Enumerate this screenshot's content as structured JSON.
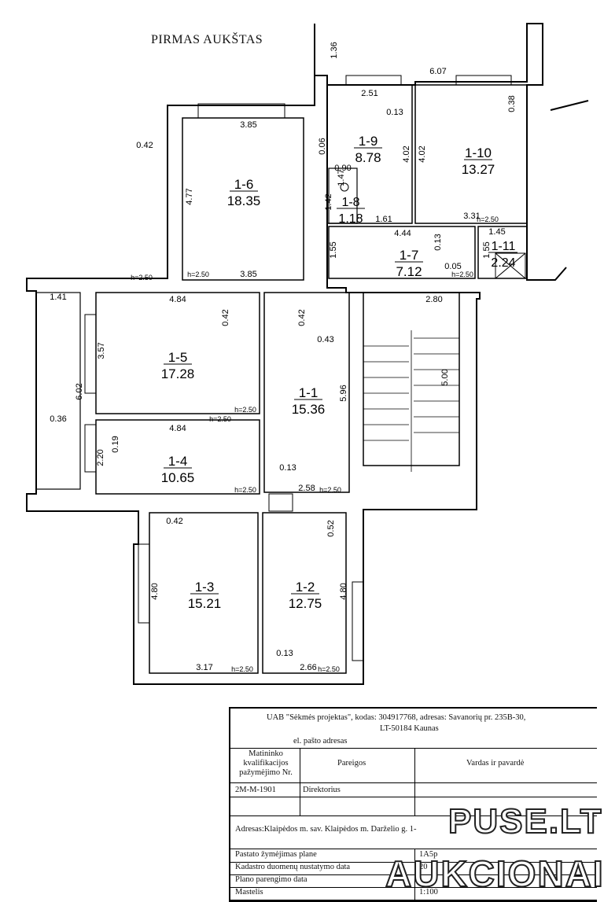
{
  "plan": {
    "title": "PIRMAS AUKŠTAS",
    "rooms": [
      {
        "id": "1-6",
        "area": "18.35"
      },
      {
        "id": "1-9",
        "area": "8.78"
      },
      {
        "id": "1-10",
        "area": "13.27"
      },
      {
        "id": "1-8",
        "area": "1.18"
      },
      {
        "id": "1-7",
        "area": "7.12"
      },
      {
        "id": "1-11",
        "area": "2.24"
      },
      {
        "id": "1-5",
        "area": "17.28"
      },
      {
        "id": "1-1",
        "area": "15.36"
      },
      {
        "id": "1-4",
        "area": "10.65"
      },
      {
        "id": "1-3",
        "area": "15.21"
      },
      {
        "id": "1-2",
        "area": "12.75"
      }
    ],
    "dimensions": [
      "1.36",
      "6.07",
      "2.51",
      "0.13",
      "0.38",
      "3.85",
      "0.42",
      "0.06",
      "4.02",
      "4.02",
      "0.90",
      "4.77",
      "1.42",
      "1.47",
      "1.61",
      "3.31",
      "4.44",
      "1.45",
      "1.55",
      "0.13",
      "1.55",
      "0.05",
      "3.85",
      "2.80",
      "1.41",
      "4.84",
      "0.42",
      "0.42",
      "0.43",
      "3.57",
      "5.00",
      "5.96",
      "6.02",
      "0.36",
      "4.84",
      "0.19",
      "2.20",
      "0.13",
      "2.58",
      "0.42",
      "0.52",
      "4.80",
      "4.80",
      "0.13",
      "3.17",
      "2.66"
    ],
    "heights": [
      "h=2.50",
      "h=2.50",
      "h=2.50",
      "h=2.50",
      "h=2.50",
      "h=2.50",
      "h=2.50",
      "h=2.50",
      "h=2.50",
      "h=2.50"
    ]
  },
  "title_block": {
    "company_line1": "UAB \"Sėkmės projektas\", kodas:  304917768, adresas: Savanorių pr. 235B-30,",
    "company_line2": "LT-50184 Kaunas",
    "email_label": "el. pašto adresas",
    "col1_header": "Matininko kvalifikacijos pažymėjimo Nr.",
    "col2_header": "Pareigos",
    "col3_header": "Vardas ir pavardė",
    "cert_no": "2M-M-1901",
    "position": "Direktorius",
    "address": "Adresas:Klaipėdos m. sav. Klaipėdos m. Darželio g. 1-",
    "rows": [
      {
        "label": "Pastato žymėjimas plane",
        "value": "1A5p"
      },
      {
        "label": "Kadastro duomenų nustatymo data",
        "value": "20"
      },
      {
        "label": "Plano parengimo data",
        "value": ""
      },
      {
        "label": "Mastelis",
        "value": "1:100"
      }
    ]
  },
  "watermark": {
    "line1": "PUSE.LT",
    "line2": "AUKCIONAI"
  }
}
